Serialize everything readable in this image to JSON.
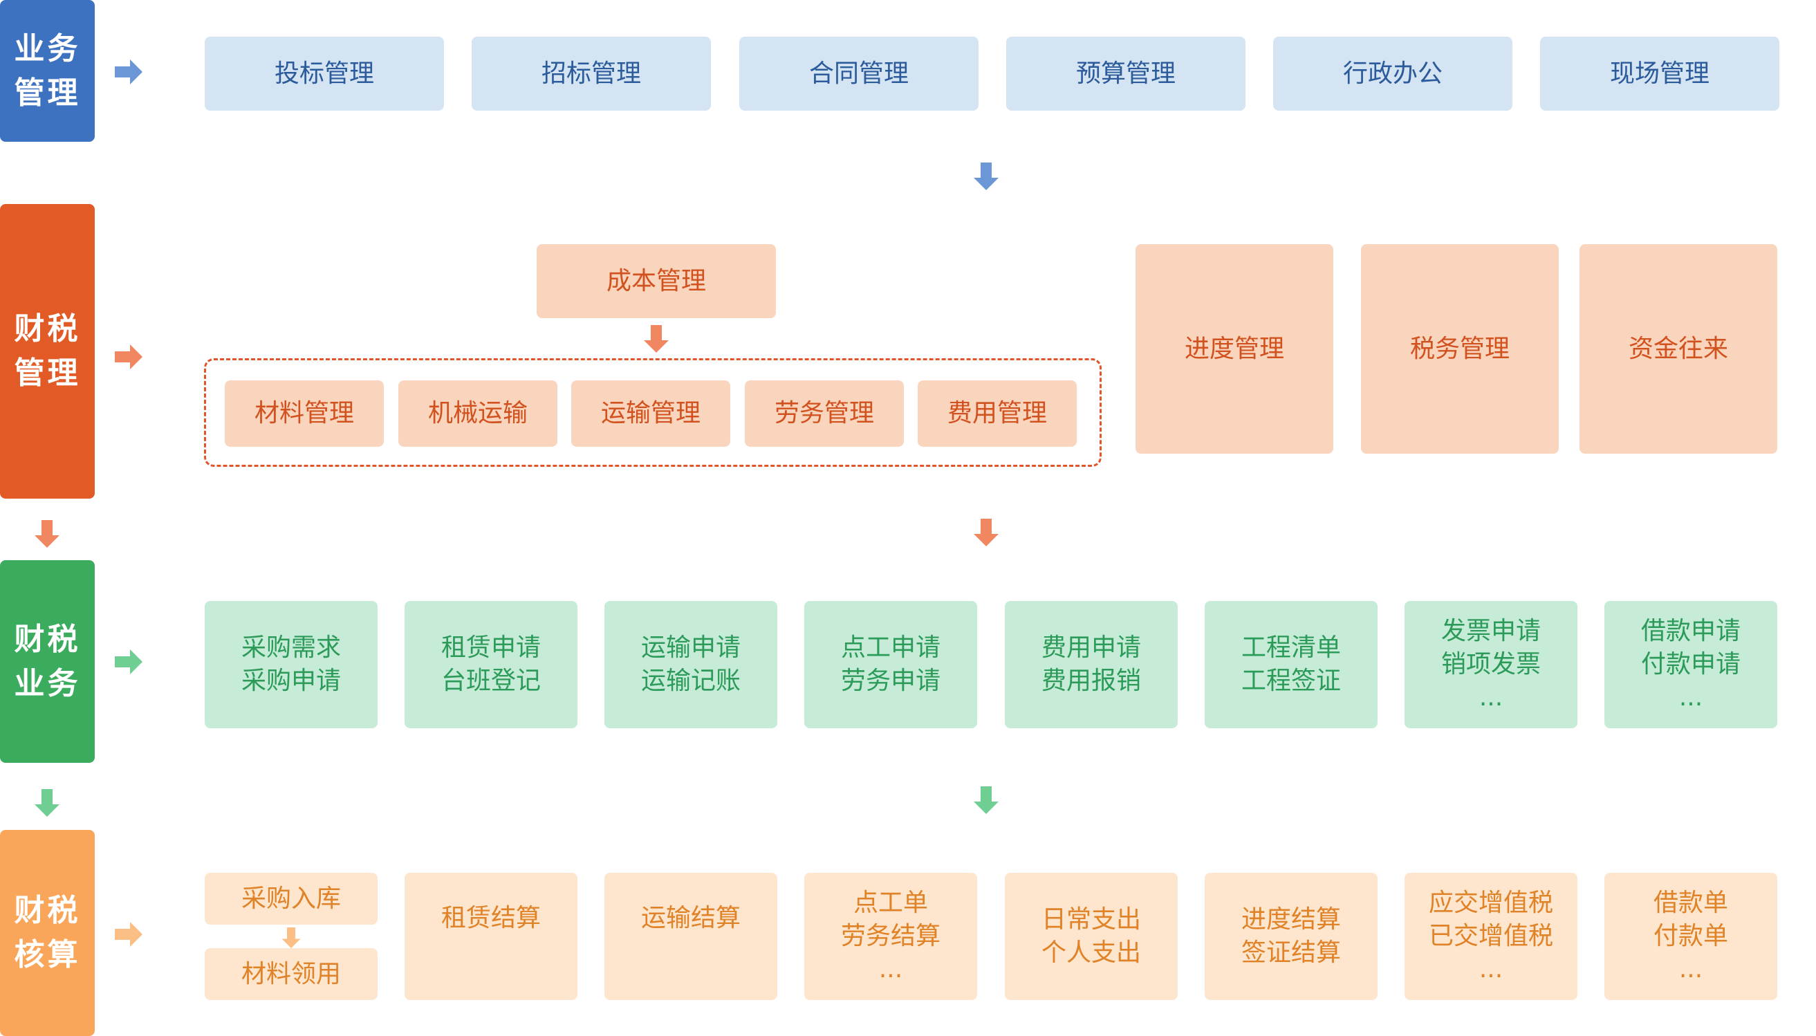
{
  "colors": {
    "business": "#3d72c1",
    "finance_mgmt": "#e25a26",
    "finance_business": "#3bab5e",
    "accounting": "#f9a65a"
  },
  "lanes": {
    "business_mgmt": {
      "line1": "业务",
      "line2": "管理"
    },
    "finance_mgmt": {
      "line1": "财税",
      "line2": "管理"
    },
    "finance_business": {
      "line1": "财税",
      "line2": "业务"
    },
    "accounting": {
      "line1": "财税",
      "line2": "核算"
    }
  },
  "business_modules": [
    "投标管理",
    "招标管理",
    "合同管理",
    "预算管理",
    "行政办公",
    "现场管理"
  ],
  "cost_management": "成本管理",
  "cost_submodules": [
    "材料管理",
    "机械运输",
    "运输管理",
    "劳务管理",
    "费用管理"
  ],
  "finance_modules": [
    "进度管理",
    "税务管理",
    "资金往来"
  ],
  "finance_business_items": [
    {
      "lines": [
        "采购需求",
        "采购申请"
      ]
    },
    {
      "lines": [
        "租赁申请",
        "台班登记"
      ]
    },
    {
      "lines": [
        "运输申请",
        "运输记账"
      ]
    },
    {
      "lines": [
        "点工申请",
        "劳务申请"
      ]
    },
    {
      "lines": [
        "费用申请",
        "费用报销"
      ]
    },
    {
      "lines": [
        "工程清单",
        "工程签证"
      ]
    },
    {
      "lines": [
        "发票申请",
        "销项发票",
        "..."
      ]
    },
    {
      "lines": [
        "借款申请",
        "付款申请",
        "..."
      ]
    }
  ],
  "accounting_first": {
    "top": "采购入库",
    "bottom": "材料领用"
  },
  "accounting_items": [
    {
      "lines": [
        "租赁结算"
      ]
    },
    {
      "lines": [
        "运输结算"
      ]
    },
    {
      "lines": [
        "点工单",
        "劳务结算",
        "..."
      ]
    },
    {
      "lines": [
        "日常支出",
        "个人支出"
      ]
    },
    {
      "lines": [
        "进度结算",
        "签证结算"
      ]
    },
    {
      "lines": [
        "应交增值税",
        "已交增值税",
        "..."
      ]
    },
    {
      "lines": [
        "借款单",
        "付款单",
        "..."
      ]
    }
  ]
}
